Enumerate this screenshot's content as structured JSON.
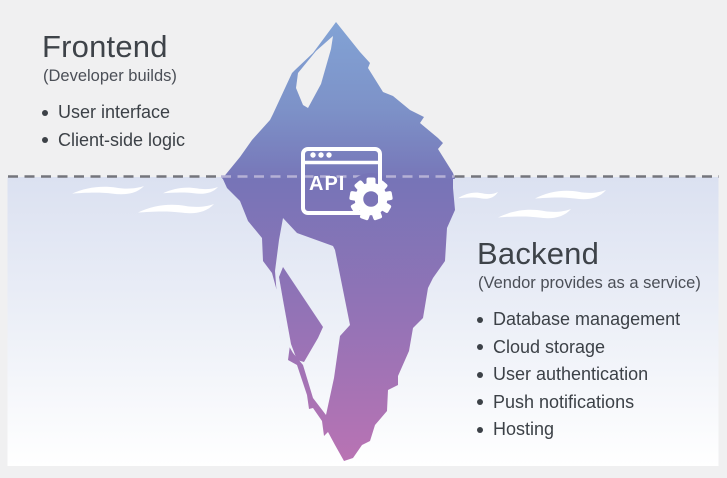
{
  "diagram": {
    "type": "iceberg-metaphor",
    "api_label": "API"
  },
  "frontend": {
    "title": "Frontend",
    "subtitle": "(Developer builds)",
    "items": [
      "User interface",
      "Client-side logic"
    ]
  },
  "backend": {
    "title": "Backend",
    "subtitle": "(Vendor provides as a service)",
    "items": [
      "Database management",
      "Cloud storage",
      "User authentication",
      "Push notifications",
      "Hosting"
    ]
  },
  "icons": [
    "api-browser-window-icon",
    "window-dots-icon",
    "gear-icon",
    "wave-icon"
  ],
  "colors": {
    "background": "#f0f0f1",
    "water_top": "#dbe1f1",
    "water_bottom": "#ffffff",
    "iceberg_top": "#82a3d5",
    "iceberg_waterline": "#7674b7",
    "iceberg_bottom": "#b973b3",
    "waterline_dash_outer": "#74757c",
    "waterline_dash_inner": "#b5b1d6",
    "heading_text": "#3e4349",
    "body_text": "#3c4147",
    "icon_stroke": "#ffffff"
  }
}
